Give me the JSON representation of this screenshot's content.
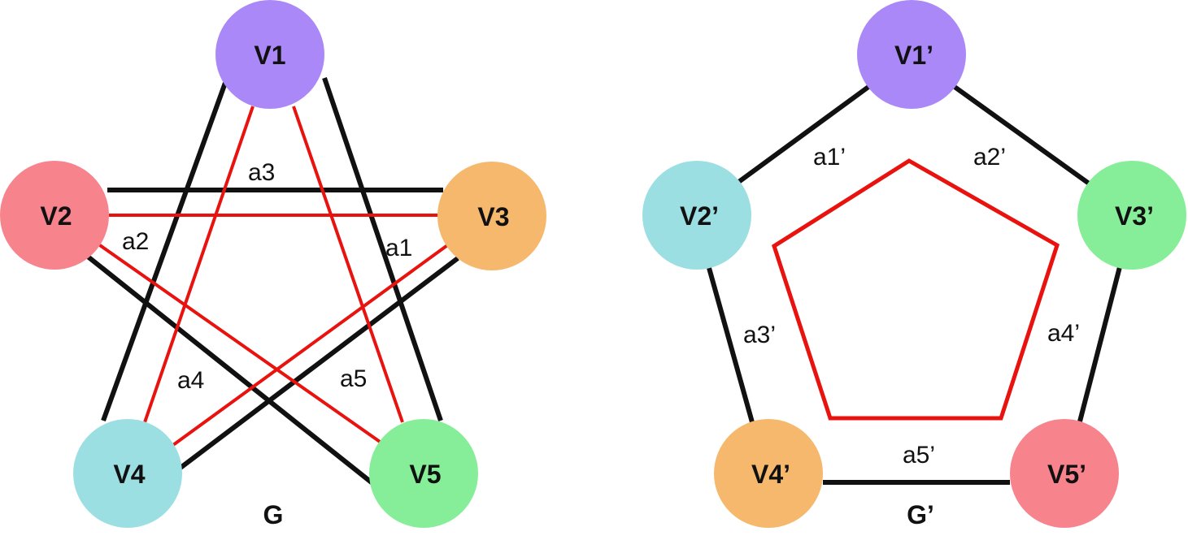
{
  "graph_g": {
    "label": "G",
    "nodes": {
      "v1": {
        "label": "V1",
        "color": "#aa88f7"
      },
      "v2": {
        "label": "V2",
        "color": "#f7838d"
      },
      "v3": {
        "label": "V3",
        "color": "#f5b86c"
      },
      "v4": {
        "label": "V4",
        "color": "#9cdfe3"
      },
      "v5": {
        "label": "V5",
        "color": "#86ee98"
      }
    },
    "edge_labels": {
      "a1": "a1",
      "a2": "a2",
      "a3": "a3",
      "a4": "a4",
      "a5": "a5"
    }
  },
  "graph_g_prime": {
    "label": "G’",
    "nodes": {
      "v1": {
        "label": "V1’",
        "color": "#aa88f7"
      },
      "v2": {
        "label": "V2’",
        "color": "#9cdfe3"
      },
      "v3": {
        "label": "V3’",
        "color": "#86ee98"
      },
      "v4": {
        "label": "V4’",
        "color": "#f5b86c"
      },
      "v5": {
        "label": "V5’",
        "color": "#f7838d"
      }
    },
    "edge_labels": {
      "a1": "a1’",
      "a2": "a2’",
      "a3": "a3’",
      "a4": "a4’",
      "a5": "a5’"
    }
  },
  "colors": {
    "edge_black": "#111111",
    "edge_red": "#e8130f"
  }
}
